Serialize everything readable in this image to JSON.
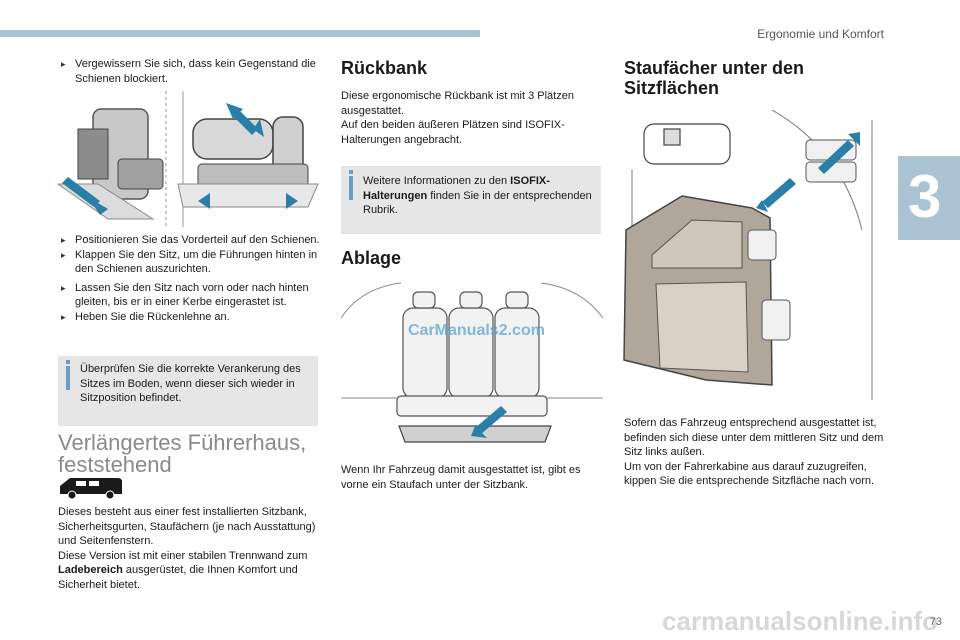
{
  "header": {
    "chapter_title": "Ergonomie und Komfort",
    "chapter_number": "3"
  },
  "left": {
    "step0": "Vergewissern Sie sich, dass kein Gegenstand die Schienen blockiert.",
    "steps": [
      "Positionieren Sie das Vorderteil auf den Schienen.",
      "Klappen Sie den Sitz, um die Führungen hinten in den Schienen auszurichten.",
      "Lassen Sie den Sitz nach vorn oder nach hinten gleiten, bis er in einer Kerbe eingerastet ist.",
      "Heben Sie die Rückenlehne an."
    ],
    "note": "Überprüfen Sie die korrekte Verankerung des Sitzes im Boden, wenn dieser sich wieder in Sitzposition befindet.",
    "section_title_line1": "Verlängertes Führerhaus,",
    "section_title_line2": "feststehend",
    "para1": "Dieses besteht aus einer fest installierten Sitzbank, Sicherheitsgurten, Staufächern (je nach Ausstattung) und Seitenfenstern.",
    "para2_pre": "Diese Version ist mit einer stabilen Trennwand zum ",
    "para2_bold": "Ladebereich",
    "para2_post": " ausgerüstet, die Ihnen Komfort und Sicherheit bietet."
  },
  "middle": {
    "title1": "Rückbank",
    "para1_l1": "Diese ergonomische Rückbank ist mit 3 Plätzen ausgestattet.",
    "para1_l2": "Auf den beiden äußeren Plätzen sind ISOFIX-Halterungen angebracht.",
    "note_pre": "Weitere Informationen zu den ",
    "note_bold": "ISOFIX-Halterungen",
    "note_post": " finden Sie in der entsprechenden Rubrik.",
    "title2": "Ablage",
    "para2": "Wenn Ihr Fahrzeug damit ausgestattet ist, gibt es vorne ein Staufach unter der Sitzbank."
  },
  "right": {
    "title_l1": "Staufächer unter den",
    "title_l2": "Sitzflächen",
    "para_l1": "Sofern das Fahrzeug entsprechend ausgestattet ist, befinden sich diese unter dem mittleren Sitz und dem Sitz links außen.",
    "para_l2": "Um von der Fahrerkabine aus darauf zuzugreifen, kippen Sie die entsprechende Sitzfläche nach vorn."
  },
  "watermarks": {
    "wm1": "CarManuals2.com",
    "wm2": "carmanualsonline.info"
  },
  "page_number": "73"
}
